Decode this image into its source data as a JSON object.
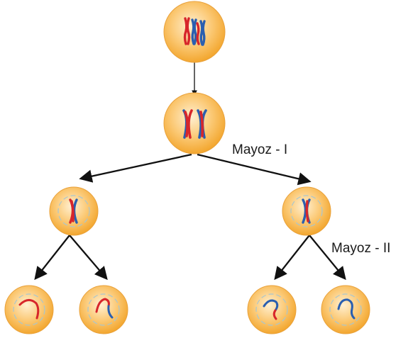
{
  "labels": {
    "meiosis_1": "Mayoz - I",
    "meiosis_2": "Mayoz - II"
  },
  "colors": {
    "cell_fill_center": "#fde3b3",
    "cell_fill_edge": "#f4a628",
    "cell_stroke": "#e59612",
    "nucleus_dash": "#a8c6cf",
    "chromatid_red": "#d7262b",
    "chromatid_blue": "#2a5fb0",
    "arrow": "#111111",
    "background": "#ffffff"
  },
  "stages": [
    {
      "name": "parent-cell",
      "chromosomes": "two-duplicated-pairs"
    },
    {
      "name": "prophase-cell",
      "chromosomes": "paired-homologs"
    },
    {
      "name": "meiosis-1-daughters",
      "count": 2
    },
    {
      "name": "meiosis-2-gametes",
      "count": 4
    }
  ]
}
